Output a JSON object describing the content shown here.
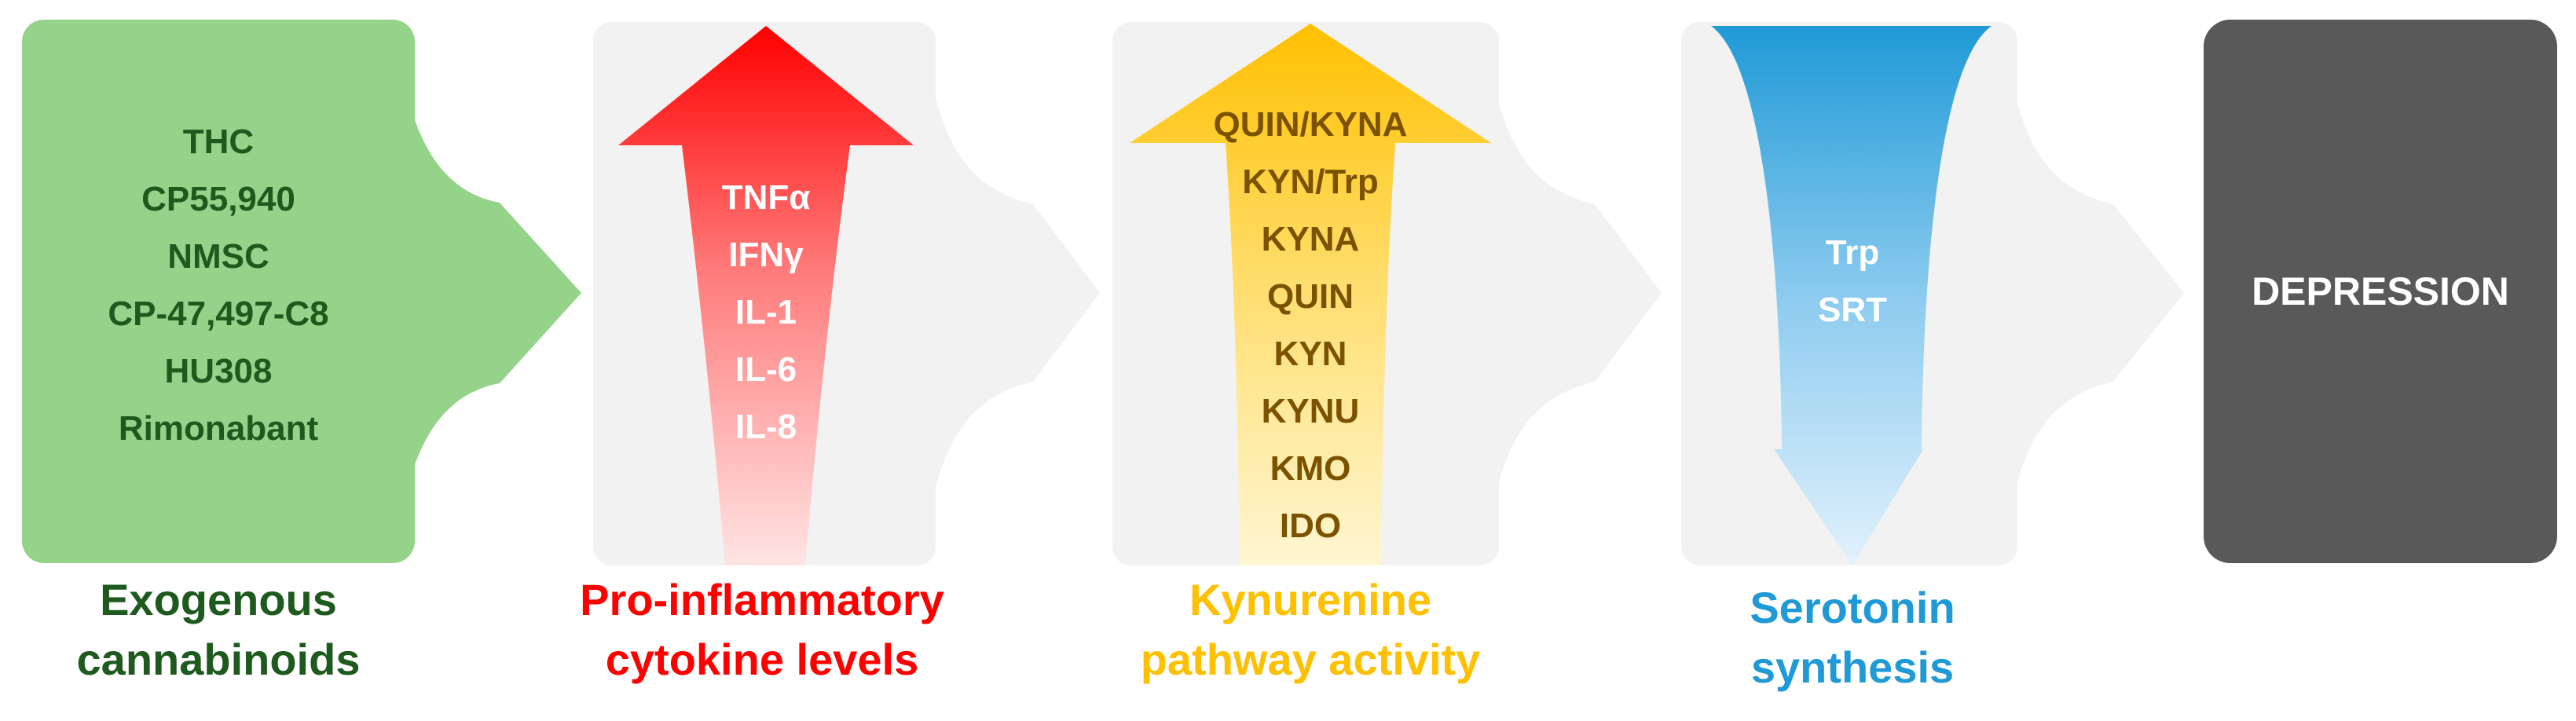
{
  "stages": [
    {
      "id": "cannabinoids",
      "items": [
        "THC",
        "CP55,940",
        "NMSC",
        "CP-47,497-C8",
        "HU308",
        "Rimonabant"
      ],
      "caption": [
        "Exogenous",
        "cannabinoids"
      ],
      "color": "#1e5a1e",
      "box_color": "#96d38a"
    },
    {
      "id": "cytokines",
      "items": [
        "TNFα",
        "IFNγ",
        "IL-1",
        "IL-6",
        "IL-8"
      ],
      "caption": [
        "Pro-inflammatory",
        "cytokine levels"
      ],
      "color": "#ff0000",
      "arrow_direction": "up"
    },
    {
      "id": "kynurenine",
      "items": [
        "QUIN/KYNA",
        "KYN/Trp",
        "KYNA",
        "QUIN",
        "KYN",
        "KYNU",
        "KMO",
        "IDO"
      ],
      "caption": [
        "Kynurenine",
        "pathway activity"
      ],
      "color": "#ffc000",
      "text_color": "#7a5200",
      "arrow_direction": "up"
    },
    {
      "id": "serotonin",
      "items": [
        "Trp",
        "SRT"
      ],
      "caption": [
        "Serotonin",
        "synthesis"
      ],
      "color": "#1f9ad6",
      "arrow_direction": "down"
    },
    {
      "id": "outcome",
      "items": [
        "DEPRESSION"
      ],
      "caption": [],
      "color": "#ffffff",
      "box_color": "#595959"
    }
  ]
}
